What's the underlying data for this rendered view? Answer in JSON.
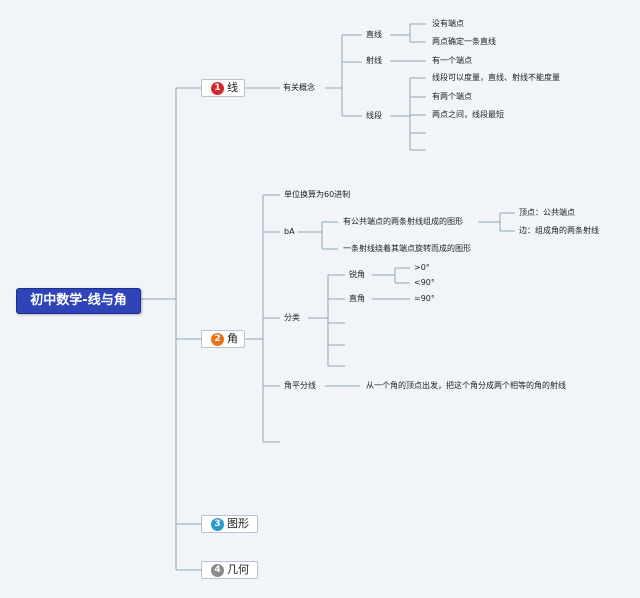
{
  "root": "初中数学-线与角",
  "topics": {
    "line": {
      "num": "1",
      "label": "线",
      "color": "#d6262b"
    },
    "angle": {
      "num": "2",
      "label": "角",
      "color": "#e8721a"
    },
    "shape": {
      "num": "3",
      "label": "图形",
      "color": "#2a9bd0"
    },
    "geometry": {
      "num": "4",
      "label": "几何",
      "color": "#8a8a8a"
    }
  },
  "line_branch": {
    "concept": "有关概念",
    "straight": "直线",
    "straight_1": "没有端点",
    "straight_2": "两点确定一条直线",
    "ray": "射线",
    "ray_1": "有一个端点",
    "segment": "线段",
    "segment_1": "线段可以度量，直线、射线不能度量",
    "segment_2": "有两个端点",
    "segment_3": "两点之间，线段最短"
  },
  "angle_branch": {
    "unit": "单位换算为60进制",
    "ba": "bA",
    "def1": "有公共端点的两条射线组成的图形",
    "vertex": "顶点：公共端点",
    "side": "边：组成角的两条射线",
    "def2": "一条射线绕着其端点旋转而成的图形",
    "classify": "分类",
    "acute": "锐角",
    "acute_1": ">0°",
    "acute_2": "<90°",
    "right": "直角",
    "right_1": "=90°",
    "bisector": "角平分线",
    "bisector_def": "从一个角的顶点出发，把这个角分成两个相等的角的射线"
  }
}
